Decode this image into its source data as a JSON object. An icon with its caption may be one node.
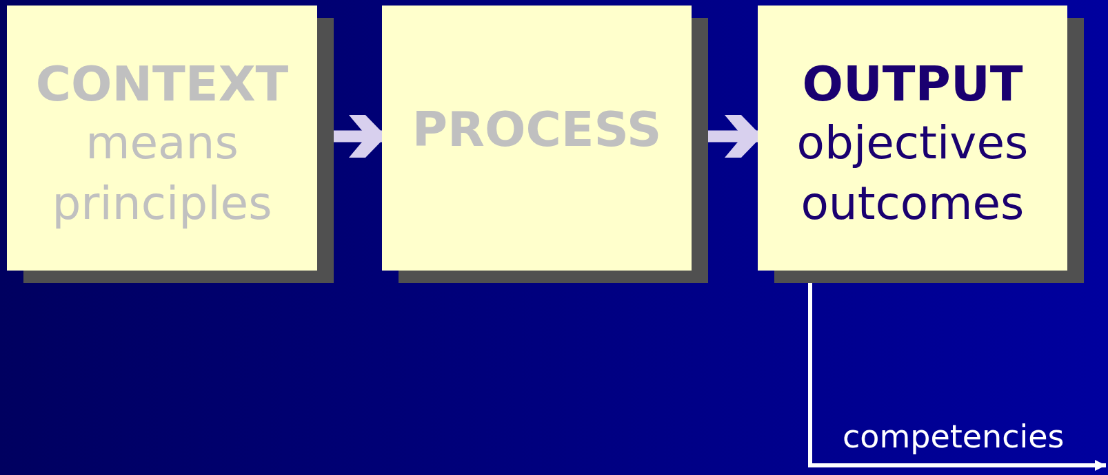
{
  "diagram": {
    "nodes": [
      {
        "text": [
          "CONTEXT",
          "means principles"
        ]
      },
      {
        "text": [
          "PROCESS"
        ]
      },
      {
        "text": [
          "OUTPUT",
          "objectives outcomes"
        ]
      }
    ],
    "edges": [
      {
        "from": 0,
        "to": 1,
        "arrow": "to"
      },
      {
        "from": 1,
        "to": 2,
        "arrow": "to"
      },
      {
        "from": 2,
        "to": null,
        "arrow": "to",
        "label": "competencies",
        "color": "#ffffff"
      }
    ]
  }
}
